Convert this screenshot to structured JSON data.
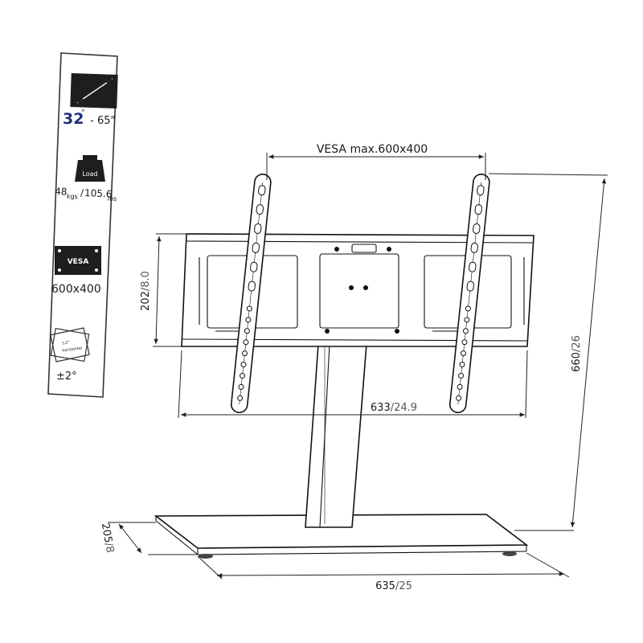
{
  "spec_panel": {
    "screen_size": {
      "min": "32",
      "min_mark": "\"",
      "separator": "-",
      "max": "65\""
    },
    "load": {
      "icon_label": "Load",
      "kgs_value": "48",
      "kgs_unit": "kgs",
      "separator": "/",
      "lbs_value": "105.6",
      "lbs_unit": "lbs"
    },
    "vesa": {
      "icon_label": "VESA",
      "value": "600x400"
    },
    "tilt": {
      "icon_text_1": "±2°",
      "icon_text_2": "horizontal",
      "value": "±2°"
    }
  },
  "dimensions": {
    "vesa_max": "VESA max.600x400",
    "height_total": {
      "mm": "660",
      "sep": "/",
      "inch": "26"
    },
    "plate_height": {
      "mm": "202",
      "sep": "/",
      "inch": "8.0"
    },
    "plate_width": {
      "mm": "633",
      "sep": "/",
      "inch": "24.9"
    },
    "base_depth": {
      "mm": "205",
      "sep": "/",
      "inch": "8"
    },
    "base_width": {
      "mm": "635",
      "sep": "/",
      "inch": "25"
    }
  },
  "colors": {
    "line": "#111111",
    "panel_border": "#333333",
    "icon_fill": "#1e1e1e",
    "accent_blue": "#1f2f7a"
  }
}
